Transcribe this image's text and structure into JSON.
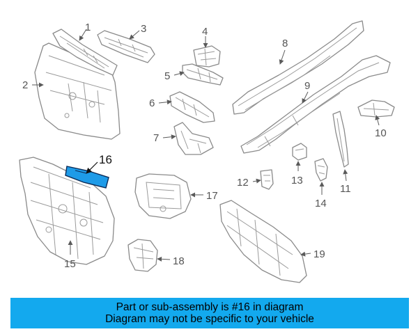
{
  "diagram": {
    "callouts": [
      "1",
      "2",
      "3",
      "4",
      "5",
      "6",
      "7",
      "8",
      "9",
      "10",
      "11",
      "12",
      "13",
      "14",
      "15",
      "16",
      "17",
      "18",
      "19"
    ],
    "highlighted_part": "16",
    "highlight_color": "#1e9be8",
    "line_color": "#8a8a8a"
  },
  "banner": {
    "line1": "Part or sub-assembly is #16 in diagram",
    "line2": "Diagram may not be specific to your vehicle",
    "background": "#13a9ee"
  }
}
